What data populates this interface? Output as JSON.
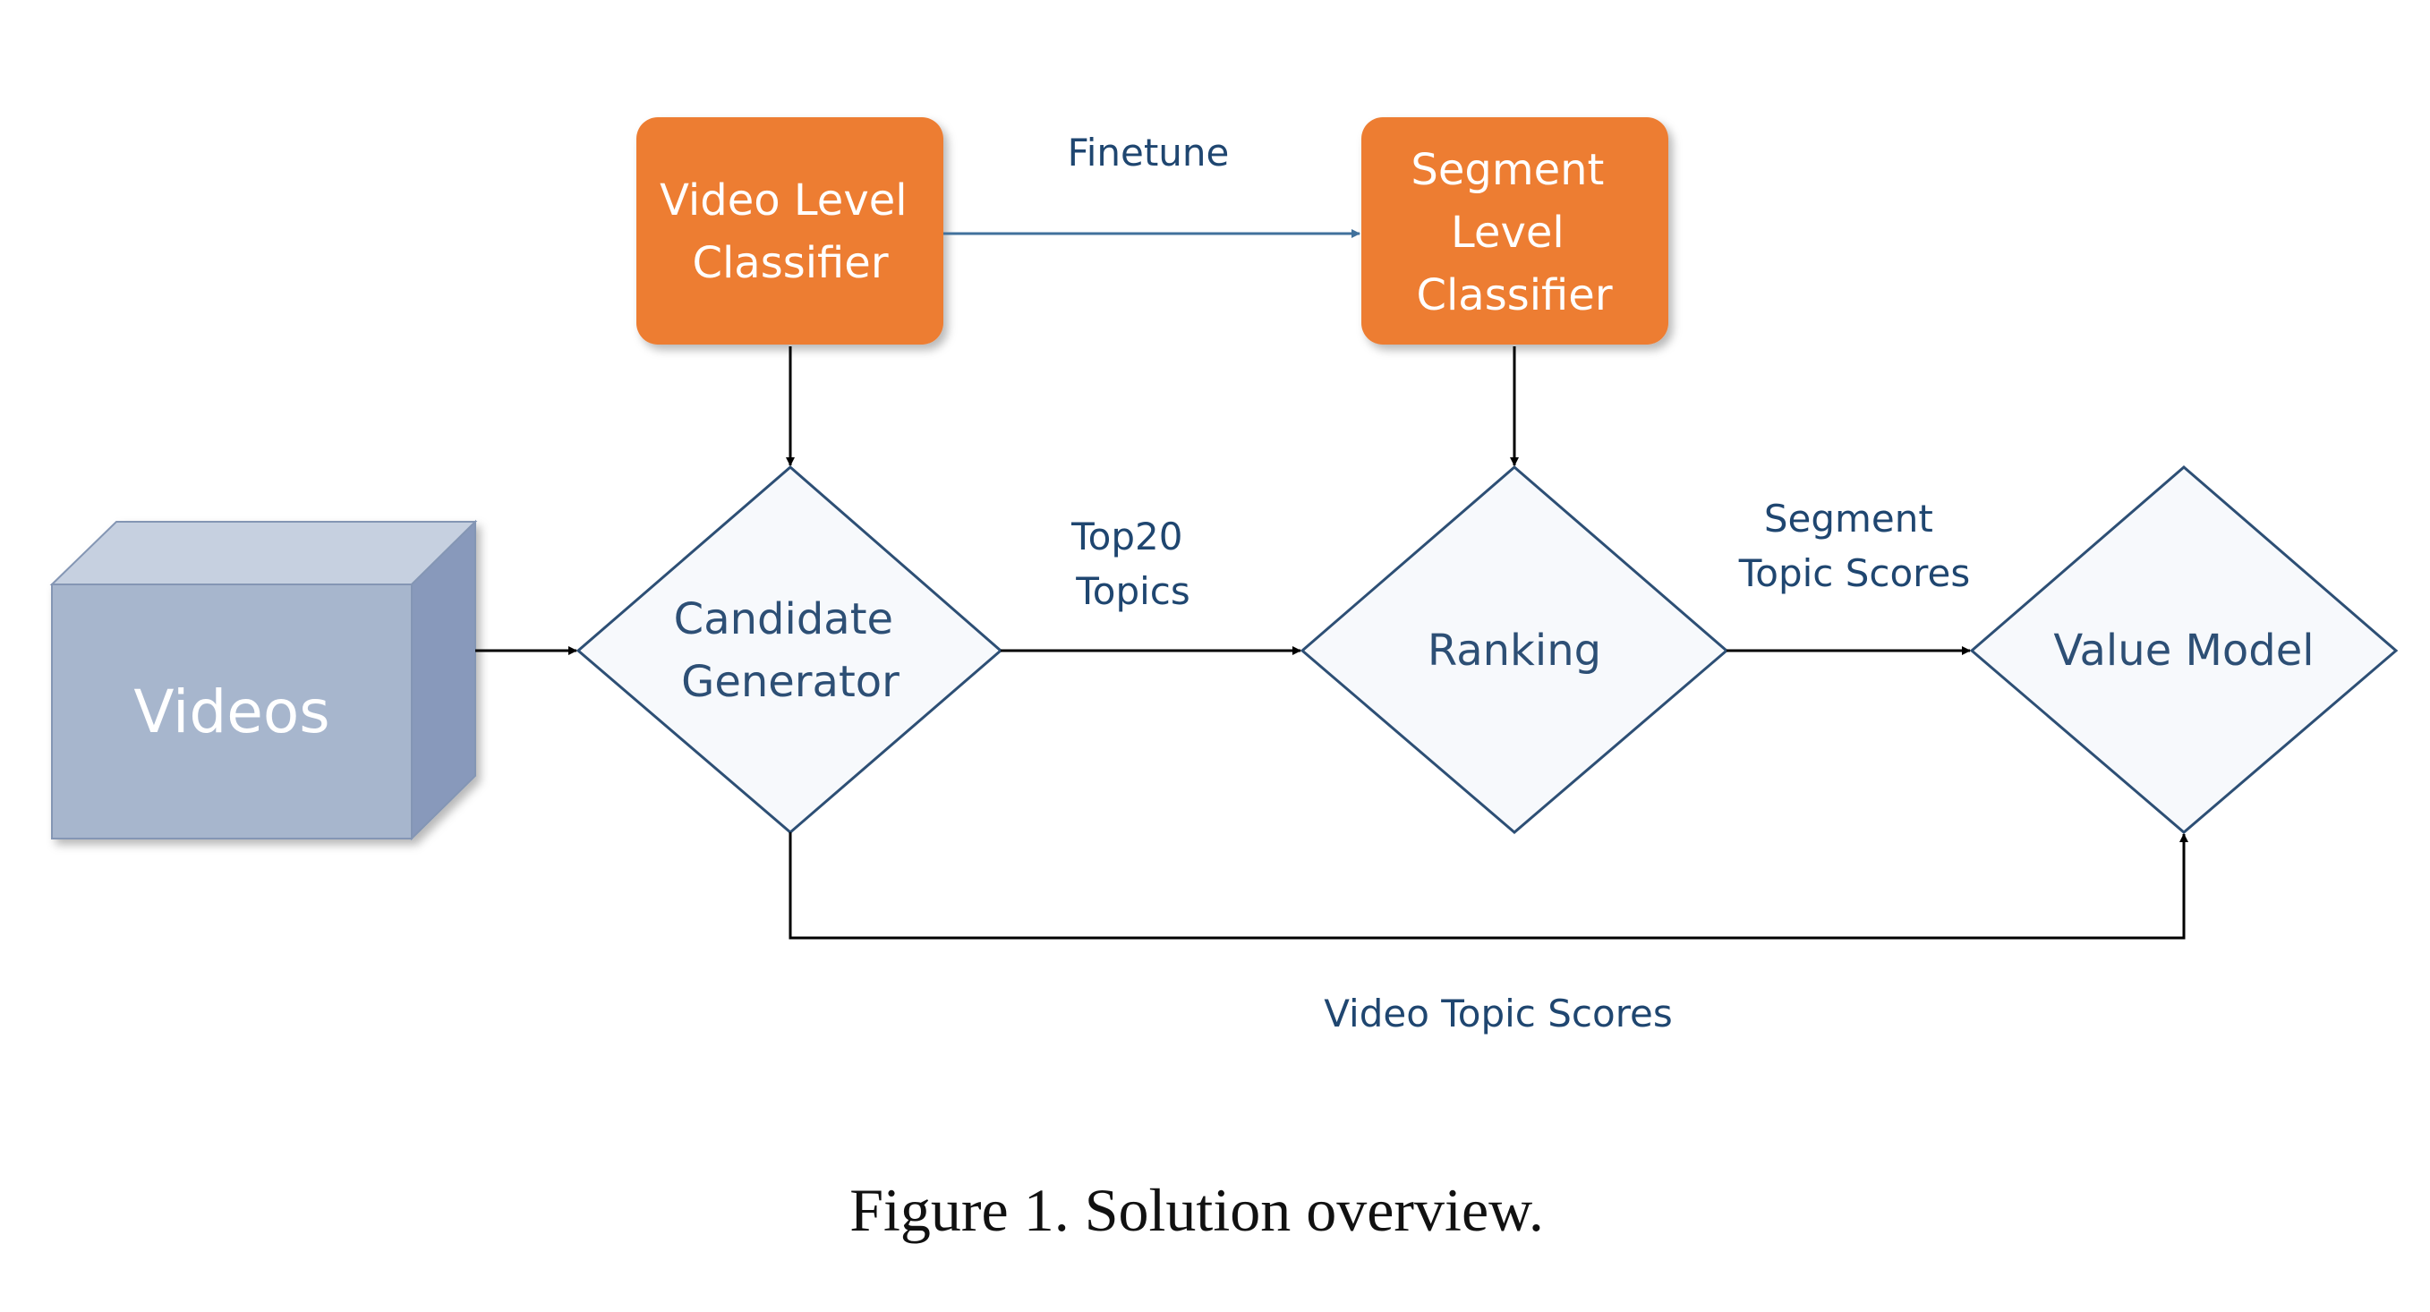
{
  "nodes": {
    "videos": {
      "label": "Videos",
      "color": "#a7b6cd"
    },
    "video_level_classifier": {
      "lines": [
        "Video Level",
        "Classifier"
      ],
      "color": "#ed7d31"
    },
    "segment_level_classifier": {
      "lines": [
        "Segment",
        "Level",
        "Classifier"
      ],
      "color": "#ed7d31"
    },
    "candidate_generator": {
      "lines": [
        "Candidate",
        "Generator"
      ]
    },
    "ranking": {
      "lines": [
        "Ranking"
      ]
    },
    "value_model": {
      "lines": [
        "Value Model"
      ]
    }
  },
  "edges": {
    "finetune": {
      "label": "Finetune"
    },
    "top20_topics": {
      "lines": [
        "Top20",
        "Topics"
      ]
    },
    "segment_topic_scores": {
      "lines": [
        "Segment",
        "Topic Scores"
      ]
    },
    "video_topic_scores": {
      "label": "Video Topic Scores"
    }
  },
  "caption": "Figure 1. Solution overview."
}
